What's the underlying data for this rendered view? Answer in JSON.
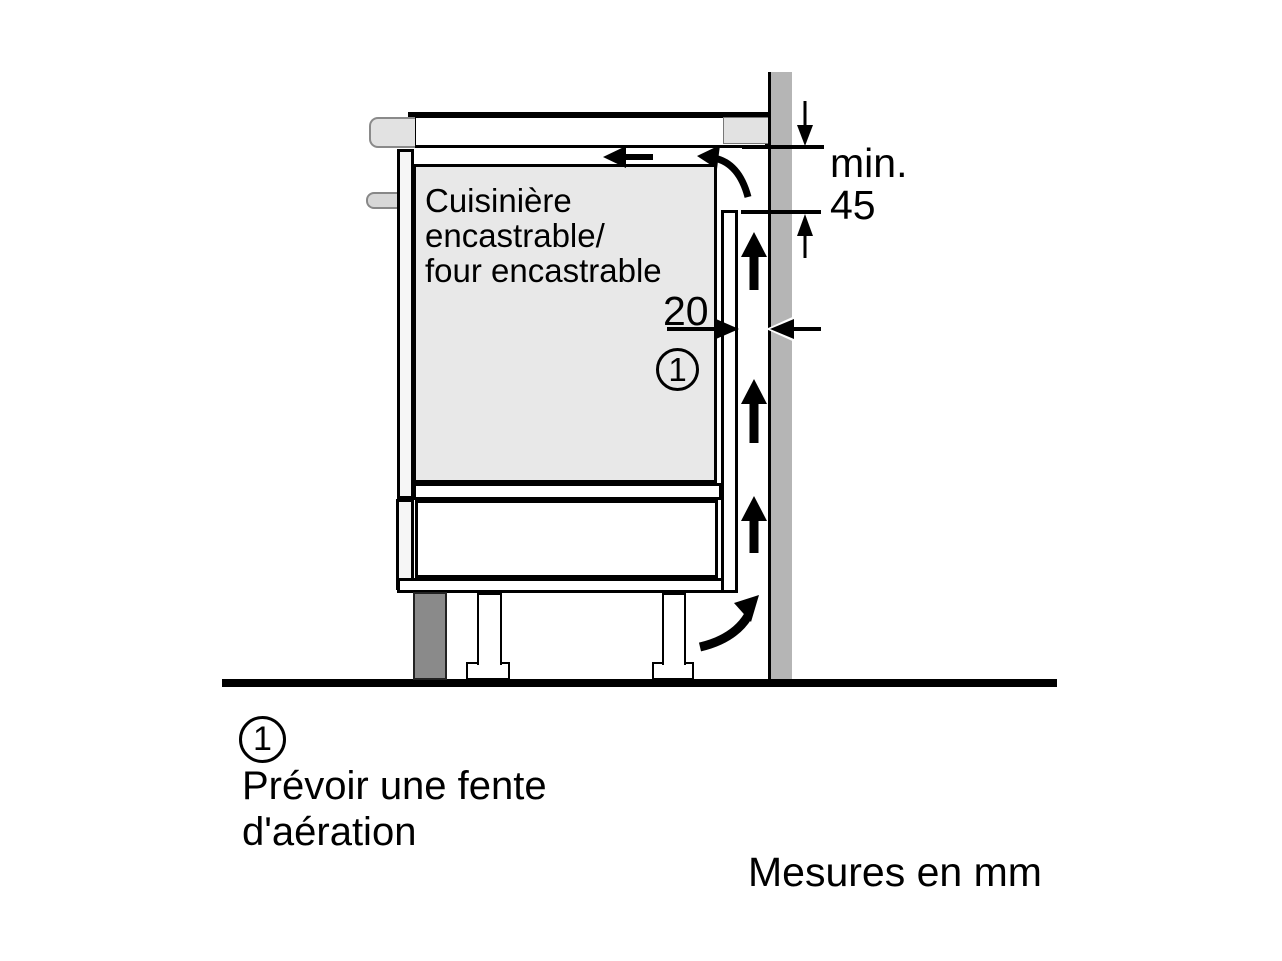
{
  "diagram": {
    "appliance_label": {
      "line1": "Cuisinière",
      "line2": "encastrable/",
      "line3": "four encastrable"
    },
    "dimensions": {
      "top_clearance_label": "min.",
      "top_clearance_value": "45",
      "rear_gap_value": "20"
    },
    "callout": {
      "number": "1"
    }
  },
  "legend": {
    "callout_number": "1",
    "note_line1": "Prévoir une fente",
    "note_line2": "d'aération"
  },
  "footer": {
    "units_note": "Mesures en mm"
  },
  "colors": {
    "outline": "#000000",
    "appliance_fill": "#e8e8e8",
    "wall_fill": "#b5b5b5",
    "plinth_fill": "#8a8a8a",
    "trim_fill": "#e2e2e2",
    "handle_fill": "#d8d8d8",
    "background": "#ffffff"
  }
}
